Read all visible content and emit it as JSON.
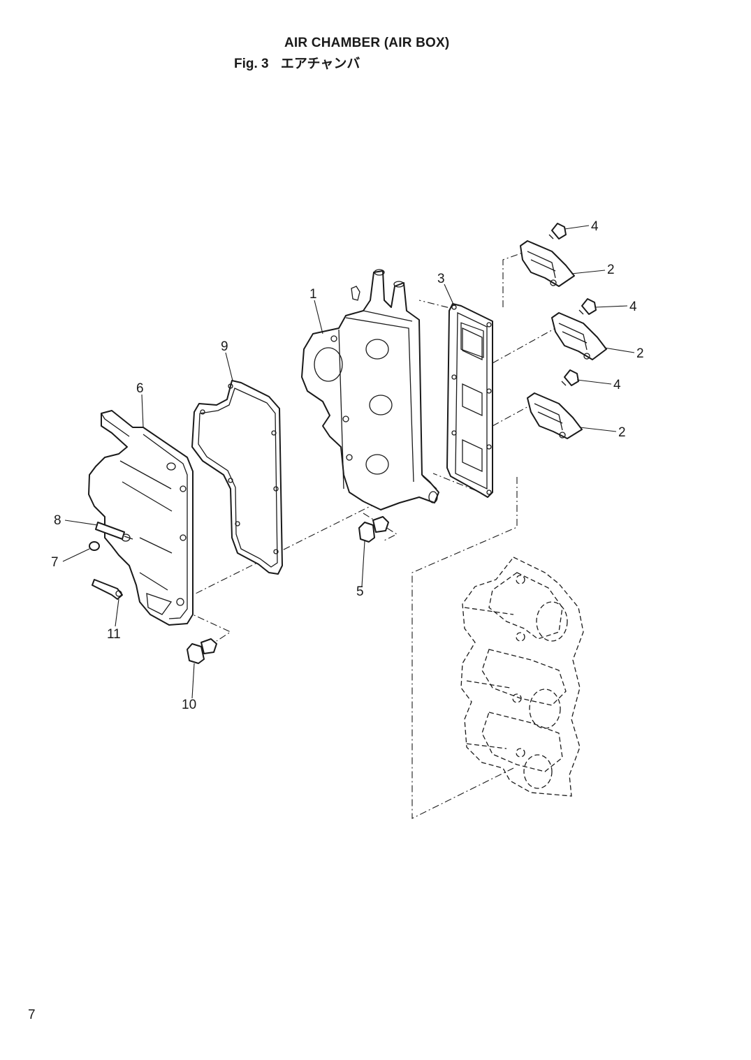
{
  "header": {
    "title": "AIR CHAMBER (AIR BOX)",
    "fig_label": "Fig. 3",
    "jp_title": "エアチャンバ"
  },
  "page_number": "7",
  "callouts": [
    "1",
    "2",
    "2",
    "2",
    "3",
    "4",
    "4",
    "4",
    "5",
    "6",
    "7",
    "8",
    "9",
    "10",
    "11"
  ]
}
